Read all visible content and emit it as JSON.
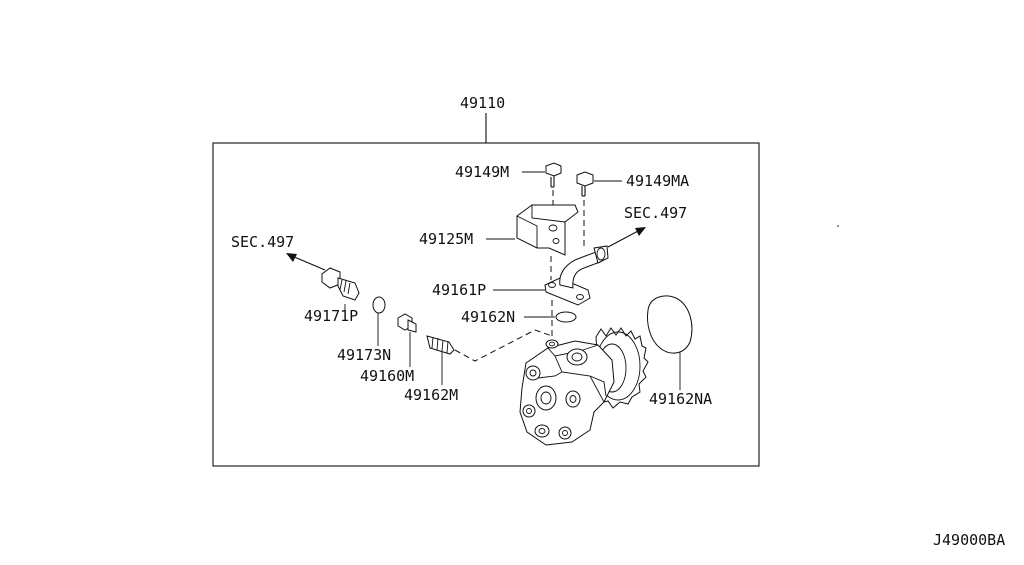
{
  "diagram": {
    "assembly_label": "49110",
    "parts": {
      "bolt_a": "49149M",
      "bolt_b": "49149MA",
      "bracket": "49125M",
      "pipe": "49161P",
      "oring_pipe": "49162N",
      "fitting": "49171P",
      "oring_small": "49173N",
      "connector": "49160M",
      "valve": "49162M",
      "gasket": "49162NA"
    },
    "section_refs": {
      "left": "SEC.497",
      "right": "SEC.497"
    },
    "figure_code": "J49000BA"
  }
}
